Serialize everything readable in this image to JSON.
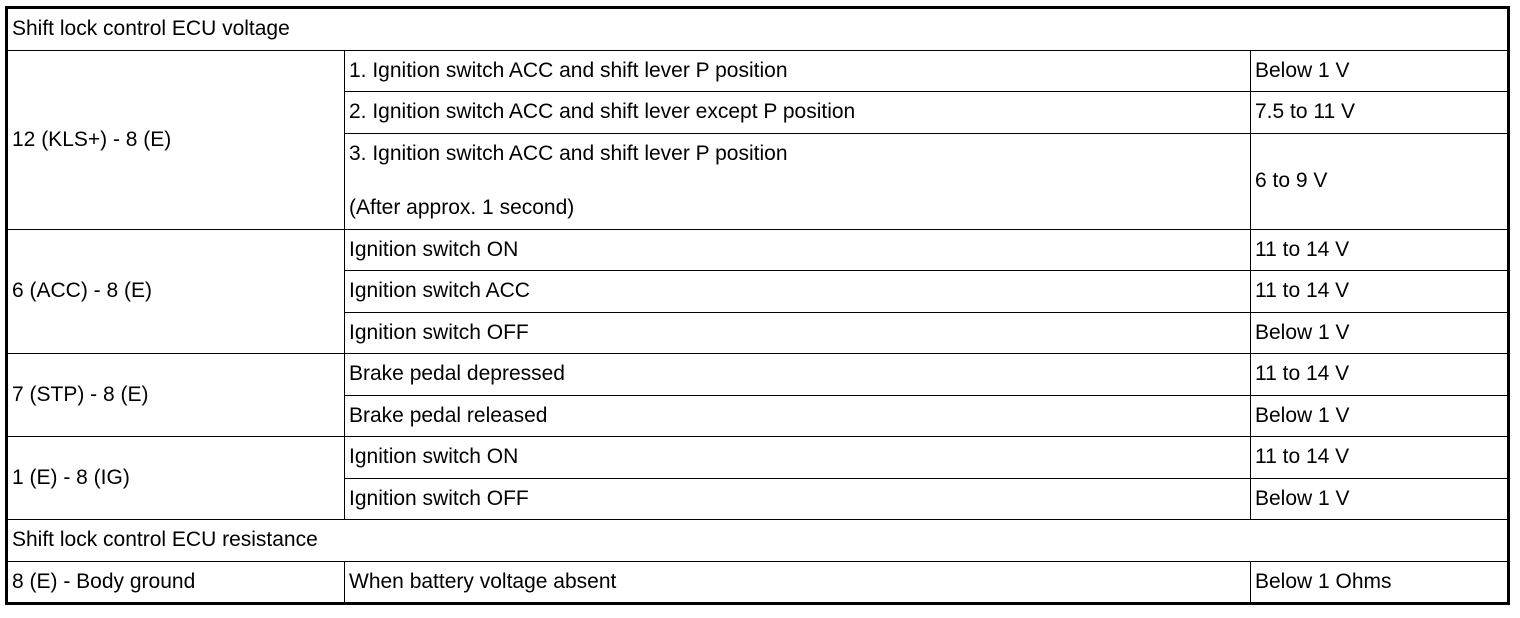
{
  "sections": [
    {
      "title": "Shift lock control ECU voltage",
      "groups": [
        {
          "terminal": "12 (KLS+) - 8 (E)",
          "rows": [
            {
              "condition": "1. Ignition switch ACC and shift lever P position",
              "spec": "Below 1 V"
            },
            {
              "condition": "2. Ignition switch ACC and shift lever except P position",
              "spec": "7.5 to 11 V"
            },
            {
              "condition": "3. Ignition switch ACC and shift lever P position",
              "condition_note": "(After approx. 1 second)",
              "spec": "6 to 9 V"
            }
          ]
        },
        {
          "terminal": "6 (ACC) - 8 (E)",
          "rows": [
            {
              "condition": "Ignition switch ON",
              "spec": "11 to 14 V"
            },
            {
              "condition": "Ignition switch ACC",
              "spec": "11 to 14 V"
            },
            {
              "condition": "Ignition switch OFF",
              "spec": "Below 1 V"
            }
          ]
        },
        {
          "terminal": "7 (STP) - 8 (E)",
          "rows": [
            {
              "condition": "Brake pedal depressed",
              "spec": "11 to 14 V"
            },
            {
              "condition": "Brake pedal released",
              "spec": "Below 1 V"
            }
          ]
        },
        {
          "terminal": "1 (E) - 8 (IG)",
          "rows": [
            {
              "condition": "Ignition switch ON",
              "spec": "11 to 14 V"
            },
            {
              "condition": "Ignition switch OFF",
              "spec": "Below 1 V"
            }
          ]
        }
      ]
    },
    {
      "title": "Shift lock control ECU resistance",
      "groups": [
        {
          "terminal": "8 (E) - Body ground",
          "rows": [
            {
              "condition": "When battery voltage absent",
              "spec": "Below 1 Ohms"
            }
          ]
        }
      ]
    }
  ]
}
